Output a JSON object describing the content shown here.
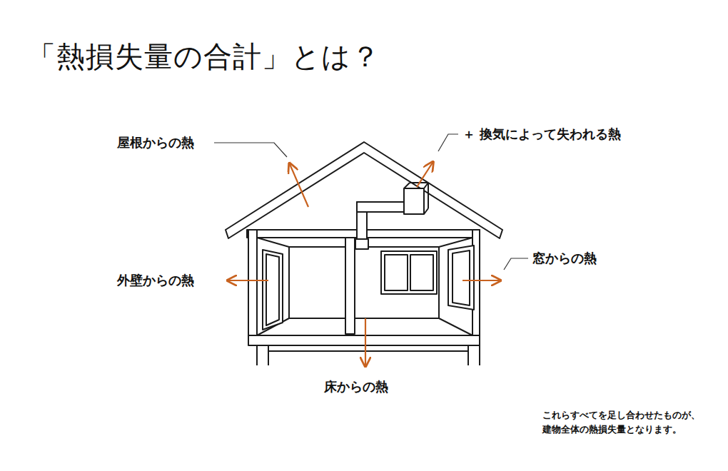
{
  "diagram": {
    "title": "「熱損失量の合計」とは？",
    "caption": "これらすべてを足し合わせたものが、 建物全体の熱損失量となります。",
    "labels": [
      "屋根からの熱",
      "＋ 換気によって失われる熱",
      "外壁からの熱",
      "窓からの熱",
      "床からの熱"
    ]
  }
}
